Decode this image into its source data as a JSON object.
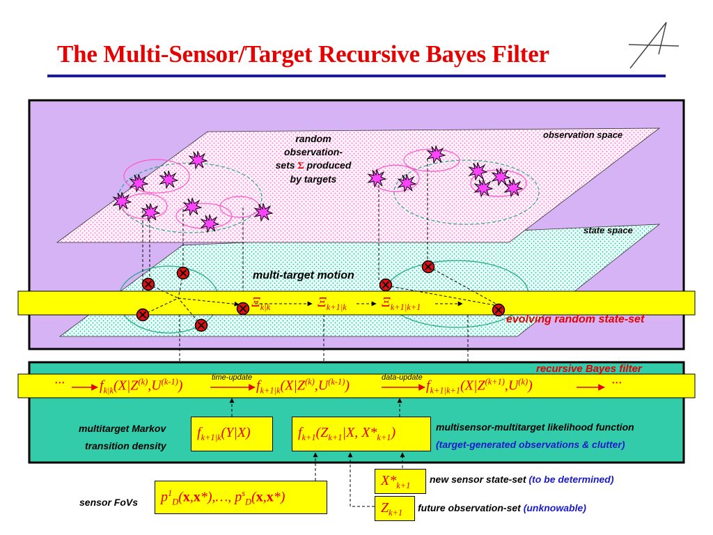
{
  "title": "The Multi-Sensor/Target Recursive Bayes Filter",
  "top_panel": {
    "observation_space_label": "observation space",
    "state_space_label": "state space",
    "random_sets_label": "random observation-sets Σ produced by targets",
    "random_sets_line1": "random",
    "random_sets_line2": "observation-",
    "random_sets_line3_pre": "sets",
    "random_sets_symbol": "Σ",
    "random_sets_line3_post": "produced",
    "random_sets_line4": "by targets",
    "motion_label": "multi-target motion",
    "evolving_label": "evolving random state-set",
    "xi_1": "Ξk|k",
    "xi_2": "Ξk+1|k",
    "xi_3": "Ξk+1|k+1"
  },
  "bottom_panel": {
    "recursive_label": "recursive Bayes filter",
    "time_update_label": "time-update",
    "data_update_label": "data-update",
    "ellipsis": "···",
    "f_prior": "fk|k(X|Z(k),U(k-1))",
    "f_predicted": "fk+1|k(X|Z(k),U(k-1))",
    "f_posterior": "fk+1|k+1(X|Z(k+1),U(k))",
    "markov_label_line1": "multitarget Markov",
    "markov_label_line2": "transition density",
    "markov_density": "fk+1|k(Y|X)",
    "likelihood": "fk+1(Zk+1|X, X*k+1)",
    "likelihood_label": "multisensor-multitarget likelihood function",
    "likelihood_note": "(target-generated observations & clutter)"
  },
  "below": {
    "sensor_fov_label": "sensor FoVs",
    "sensor_fov_math": "p1D(x,x*),…, psD(x,x*)",
    "sensor_state": "X*k+1",
    "sensor_state_label": "new sensor state-set",
    "sensor_state_note": "(to be determined)",
    "future_obs": "Zk+1",
    "future_obs_label": "future observation-set",
    "future_obs_note": "(unknowable)"
  },
  "colors": {
    "title_red": "#e60000",
    "rule_blue": "#1a1aa8",
    "top_panel_bg": "#d6b3f5",
    "bottom_panel_bg": "#33ccaa",
    "band_yellow": "#ffff00",
    "star_magenta": "#ff44ff",
    "target_red": "#dd1111"
  },
  "icons": {
    "logo": "lockheed-star-logo",
    "observation_marker": "starburst-icon",
    "target_marker": "circled-x-icon"
  }
}
